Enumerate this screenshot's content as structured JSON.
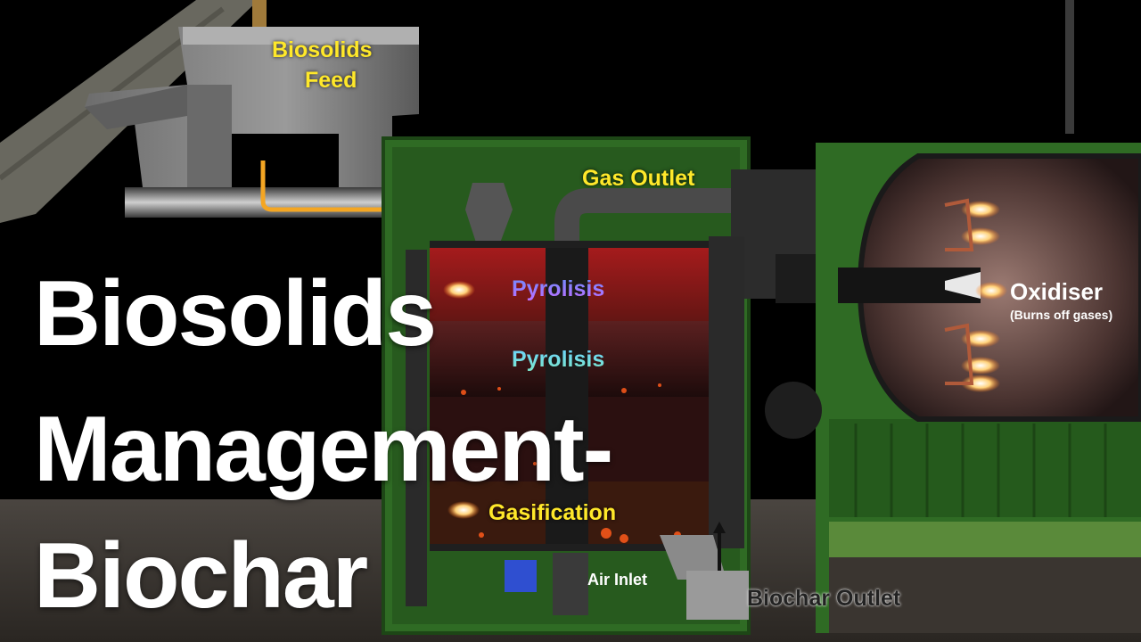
{
  "title": {
    "line1": "Biosolids",
    "line2": "Management-",
    "line3": "Biochar"
  },
  "labels": {
    "feed_line1": "Biosolids",
    "feed_line2": "Feed",
    "gas_outlet": "Gas Outlet",
    "pyrolisis_1": "Pyrolisis",
    "pyrolisis_2": "Pyrolisis",
    "gasification": "Gasification",
    "air_inlet": "Air Inlet",
    "biochar_outlet": "Biochar Outlet",
    "oxidiser": "Oxidiser",
    "oxidiser_note": "(Burns off gases)"
  },
  "colors": {
    "label_yellow": "#ffe82a",
    "cabinet_green": "#2f6b24",
    "chamber_red": "#b3141c",
    "feed_arrow_orange": "#f4a623"
  }
}
